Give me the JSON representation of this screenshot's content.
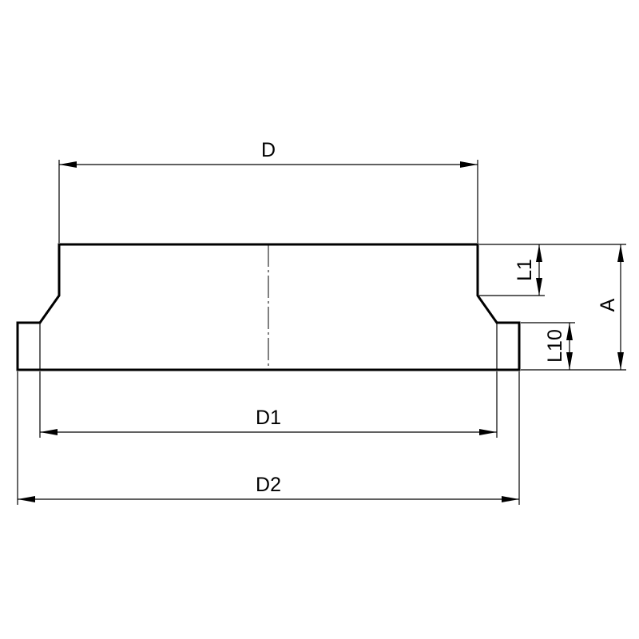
{
  "drawing": {
    "labels": {
      "D": "D",
      "D1": "D1",
      "D2": "D2",
      "A": "A",
      "L1": "L1",
      "L10": "L10"
    },
    "colors": {
      "line": "#000000",
      "background": "#ffffff"
    }
  }
}
